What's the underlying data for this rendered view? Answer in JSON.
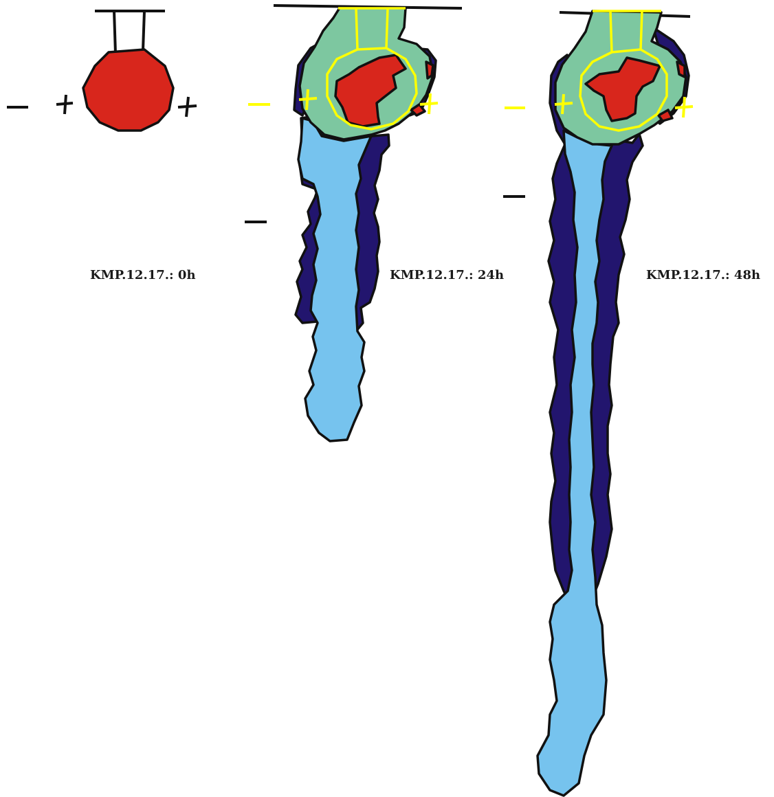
{
  "colors": {
    "seed": "#d8261c",
    "gel": "#7dc7a0",
    "medium_blue": "#22156e",
    "light_blue": "#76c3ee",
    "guide_yellow": "#ffff00",
    "outline": "#111111"
  },
  "panels": [
    {
      "caption": "KMP.12.17.: 0h"
    },
    {
      "caption": "KMP.12.17.: 24h"
    },
    {
      "caption": "KMP.12.17.: 48h"
    }
  ]
}
